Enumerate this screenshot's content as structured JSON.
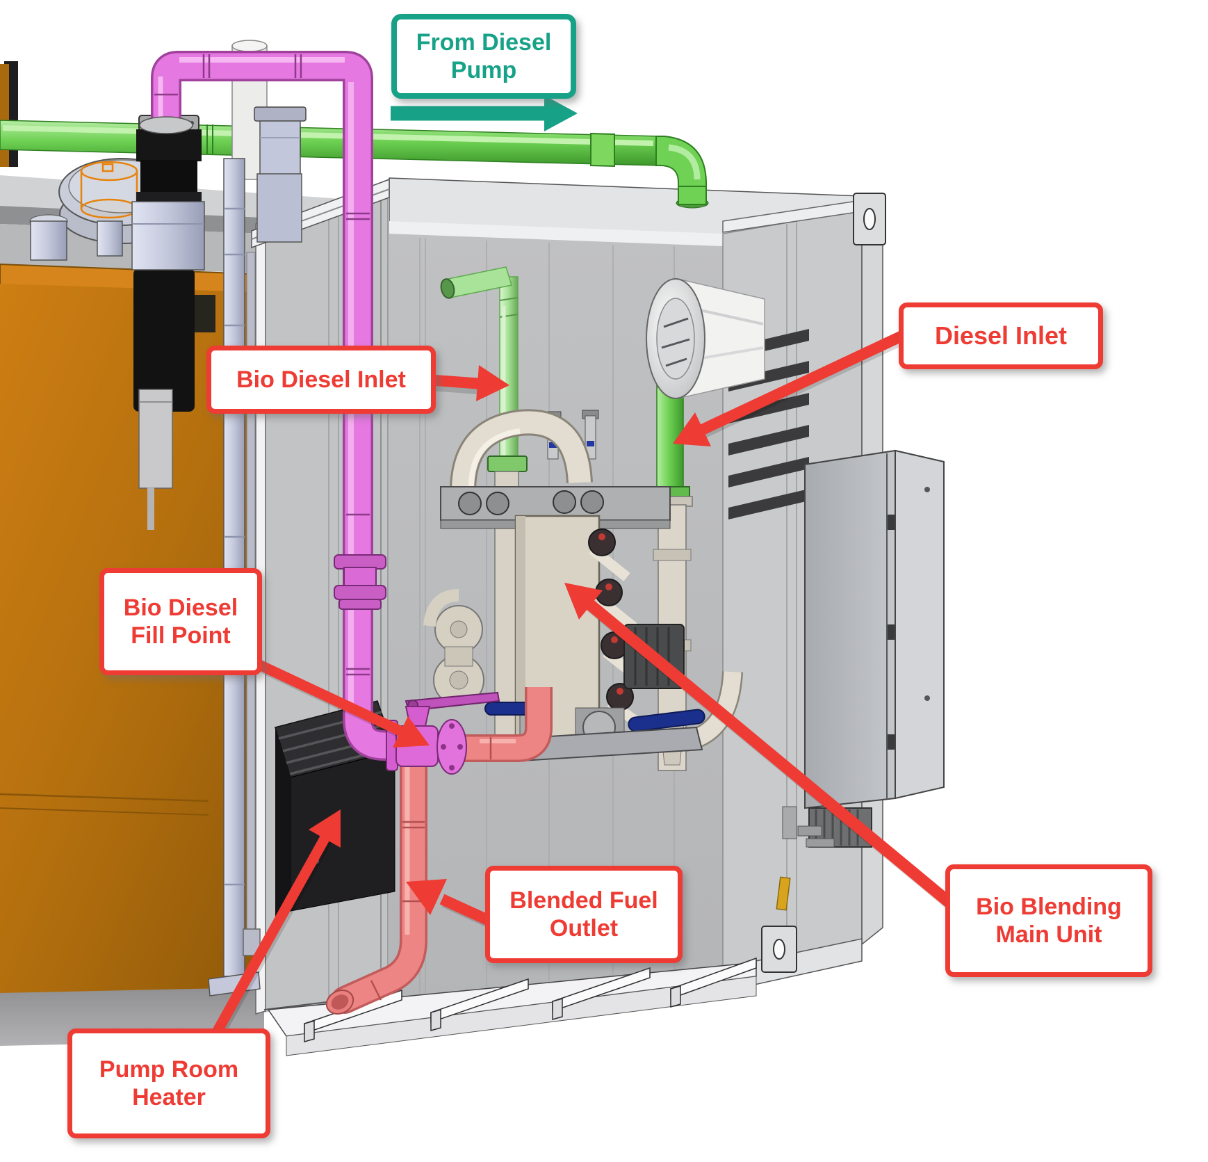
{
  "callouts": {
    "from_diesel_pump": "From Diesel Pump",
    "bio_diesel_inlet": "Bio Diesel Inlet",
    "diesel_inlet": "Diesel Inlet",
    "bio_diesel_fill_point": "Bio Diesel Fill Point",
    "blended_fuel_outlet": "Blended Fuel Outlet",
    "bio_blending_main_unit": "Bio Blending Main Unit",
    "pump_room_heater": "Pump Room Heater"
  },
  "arrows": {
    "from_diesel_pump_flow": "right",
    "bio_diesel_inlet_pointer": "right",
    "diesel_inlet_pointer": "down-left",
    "bio_diesel_fill_point_pointer": "down-right",
    "blended_fuel_outlet_pointer": "up-left",
    "bio_blending_main_unit_pointer": "up-left",
    "pump_room_heater_pointer": "up-right"
  },
  "colors": {
    "callout_red": "#EE3B33",
    "callout_teal": "#17A287",
    "diesel_pipe_green": "#6FD254",
    "bio_pipe_light_green": "#A9E399",
    "bio_fill_pipe_magenta": "#E678E2",
    "blended_fuel_salmon": "#EE8585",
    "tank_orange": "#C1770F"
  }
}
